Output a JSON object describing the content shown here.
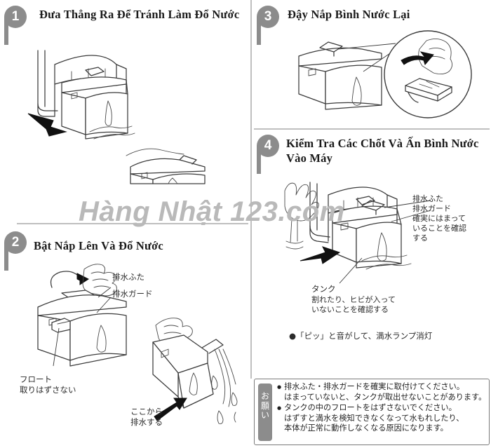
{
  "document": {
    "type": "appliance-manual-page",
    "language": "vi+ja",
    "watermark": "Hàng Nhật 123.com"
  },
  "steps": [
    {
      "number": "1",
      "title": "Đưa Thẳng Ra Để Tránh Làm Đổ Nước",
      "column": "left",
      "labels": []
    },
    {
      "number": "2",
      "title": "Bật Nắp Lên Và Đổ Nước",
      "column": "left",
      "labels": [
        {
          "name": "drain-lid",
          "text": "排水ふた"
        },
        {
          "name": "drain-guard",
          "text": "排水ガード"
        },
        {
          "name": "float",
          "text": "フロート\n取りはずさない"
        },
        {
          "name": "drain-here",
          "text": "ここから\n排水する"
        }
      ]
    },
    {
      "number": "3",
      "title": "Đậy Nắp Bình Nước Lại",
      "column": "right",
      "labels": []
    },
    {
      "number": "4",
      "title": "Kiểm Tra Các Chốt Và Ấn Bình Nước Vào Máy",
      "column": "right",
      "labels": [
        {
          "name": "drain-lid",
          "text": "排水ふた"
        },
        {
          "name": "drain-guard",
          "text": "排水ガード"
        },
        {
          "name": "drain-guard-note",
          "text": "確実にはまって\nいることを確認\nする"
        },
        {
          "name": "tank",
          "text": "タンク"
        },
        {
          "name": "tank-note",
          "text": "割れたり、ヒビが入って\nいないことを確認する"
        }
      ],
      "bullet": "●「ピッ」と音がして、満水ランプ消灯"
    }
  ],
  "notice": {
    "tab_label": "お願い",
    "tab_chars": [
      "お",
      "願",
      "い"
    ],
    "items": [
      "排水ふた・排水ガードを確実に取付けてください。\nはまっていないと、タンクが取出せないことがあります。",
      "タンクの中のフロートをはずさないでください。\nはずすと満水を検知できなくなって水もれしたり、\n本体が正常に動作しなくなる原因になります。"
    ]
  },
  "colors": {
    "badge_gray": "#8c8c8c",
    "rule_gray": "#bfbfbf",
    "line_art": "#3a3a3a",
    "watermark_gray": "#b9b9b9",
    "notice_border": "#7a7a7a"
  }
}
